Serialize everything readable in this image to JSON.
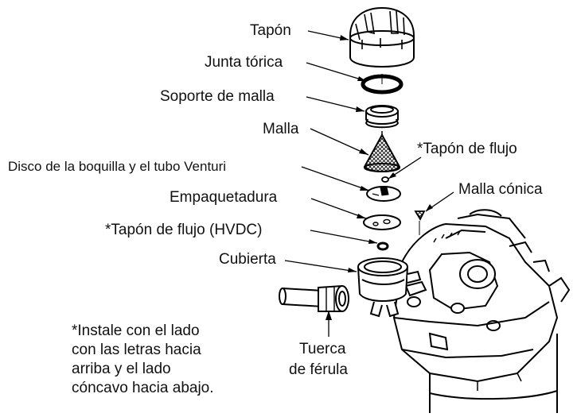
{
  "labels": {
    "tapon": "Tapón",
    "junta": "Junta tórica",
    "soporte": "Soporte de malla",
    "malla": "Malla",
    "tapon_flujo": "*Tapón de flujo",
    "disco": "Disco de la boquilla y el tubo Venturi",
    "malla_conica": "Malla cónica",
    "empaquetadura": "Empaquetadura",
    "tapon_hvdc": "*Tapón de flujo (HVDC)",
    "cubierta": "Cubierta",
    "tuerca_1": "Tuerca",
    "tuerca_2": "de férula"
  },
  "note": {
    "line1": "*Instale con el lado",
    "line2": "con las letras hacia",
    "line3": "arriba y el lado",
    "line4": "cóncavo hacia abajo."
  }
}
